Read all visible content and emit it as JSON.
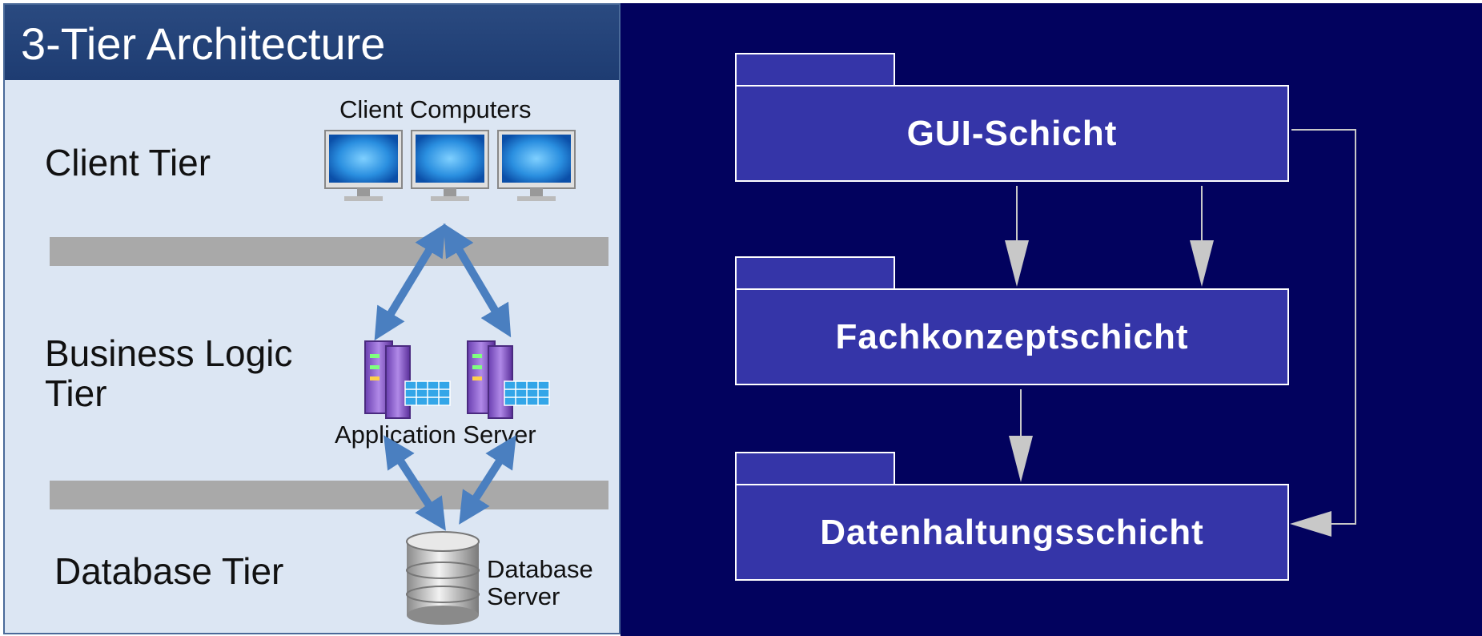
{
  "left": {
    "title": "3-Tier Architecture",
    "tiers": {
      "client": "Client Tier",
      "business_line1": "Business Logic",
      "business_line2": "Tier",
      "database": "Database Tier"
    },
    "labels": {
      "client_computers": "Client Computers",
      "application_server": "Application Server",
      "database_server_line1": "Database",
      "database_server_line2": "Server"
    }
  },
  "right": {
    "layers": [
      "GUI-Schicht",
      "Fachkonzeptschicht",
      "Datenhaltungsschicht"
    ]
  },
  "colors": {
    "left_background": "#dce6f3",
    "title_bar": "#1e3c72",
    "right_background": "#02025e",
    "layer_fill": "#3535a8",
    "arrow_blue": "#4a7fc0",
    "arrow_gray": "#c8c8c8"
  }
}
